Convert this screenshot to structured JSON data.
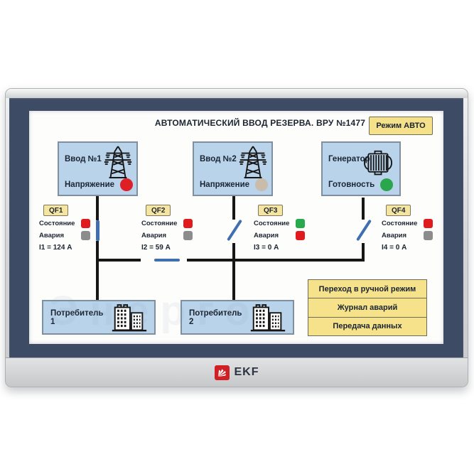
{
  "device": {
    "brand": "EKF"
  },
  "screen": {
    "title": "АВТОМАТИЧЕСКИЙ ВВОД РЕЗЕРВА. ВРУ №1477",
    "mode_badge": "Режим АВТО",
    "sources": [
      {
        "name": "Ввод №1",
        "icon": "power-tower-icon",
        "status_label": "Напряжение",
        "status_color": "#df1f26"
      },
      {
        "name": "Ввод №2",
        "icon": "power-tower-icon",
        "status_label": "Напряжение",
        "status_color": "#c9bcab"
      },
      {
        "name": "Генератор",
        "icon": "generator-icon",
        "status_label": "Готовность",
        "status_color": "#2aa64d"
      }
    ],
    "breakers": [
      {
        "id": "QF1",
        "state_label": "Состояние",
        "state_color": "#e01b1e",
        "fault_label": "Авария",
        "fault_color": "#8c8c8c",
        "current": "I1 = 124 А",
        "position": "closed"
      },
      {
        "id": "QF2",
        "state_label": "Состояние",
        "state_color": "#e01b1e",
        "fault_label": "Авария",
        "fault_color": "#8c8c8c",
        "current": "I2 = 59 А",
        "position": "closed"
      },
      {
        "id": "QF3",
        "state_label": "Состояние",
        "state_color": "#27a94c",
        "fault_label": "Авария",
        "fault_color": "#e01b1e",
        "current": "I3 = 0 А",
        "position": "open"
      },
      {
        "id": "QF4",
        "state_label": "Состояние",
        "state_color": "#e01b1e",
        "fault_label": "Авария",
        "fault_color": "#8c8c8c",
        "current": "I4 = 0 А",
        "position": "open"
      }
    ],
    "consumers": [
      {
        "name": "Потребитель 1"
      },
      {
        "name": "Потребитель 2"
      }
    ],
    "buttons": [
      "Переход в ручной режим",
      "Журнал аварий",
      "Передача данных"
    ],
    "watermark": "Энерго"
  },
  "colors": {
    "bezel_navy": "#3d4b64",
    "frame_silver": "#d2d4d6",
    "box_blue": "#b8d3ea",
    "accent_yellow": "#f5e18a",
    "breaker_blue": "#3f6fae",
    "wire_black": "#161616",
    "indicator_red": "#e01b1e",
    "indicator_green": "#27a94c",
    "indicator_gray": "#8c8c8c",
    "lamp_inactive_tan": "#c9bcab",
    "brand_red": "#cf2026"
  }
}
